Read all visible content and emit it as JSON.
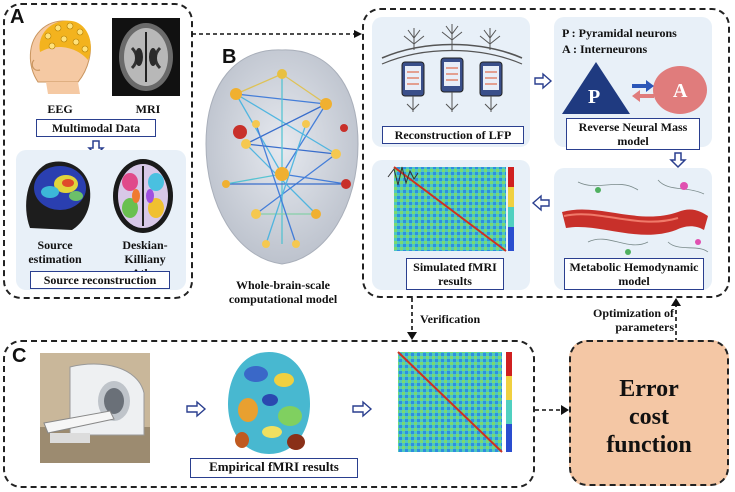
{
  "panels": {
    "a_letter": "A",
    "b_letter": "B",
    "c_letter": "C"
  },
  "panel_a": {
    "eeg_label": "EEG",
    "mri_label": "MRI",
    "multimodal_label": "Multimodal Data",
    "source_estimation": "Source estimation",
    "atlas_label": "Deskian-Killiany Atlas",
    "source_reconstruction": "Source reconstruction"
  },
  "panel_b": {
    "model_label": "Whole-brain-scale computational model"
  },
  "right_panel": {
    "lfp_label": "Reconstruction of LFP",
    "legend_p": "P  : Pyramidal neurons",
    "legend_a": "A  : Interneurons",
    "node_p": "P",
    "node_a": "A",
    "neural_mass_label": "Reverse Neural Mass model",
    "simulated_label": "Simulated fMRI results",
    "hemodynamic_label": "Metabolic Hemodynamic model"
  },
  "flow": {
    "verification": "Verification",
    "optimization": "Optimization of parameters"
  },
  "panel_c": {
    "empirical_label": "Empirical fMRI results"
  },
  "error_box": {
    "line1": "Error",
    "line2": "cost",
    "line3": "function"
  },
  "colors": {
    "accent_navy": "#1f3a93",
    "error_fill": "#f4c7a5",
    "light_panel": "#e8f0f8",
    "pyramid_fill": "#1f3a80",
    "interneuron_fill": "#e07c7c"
  }
}
